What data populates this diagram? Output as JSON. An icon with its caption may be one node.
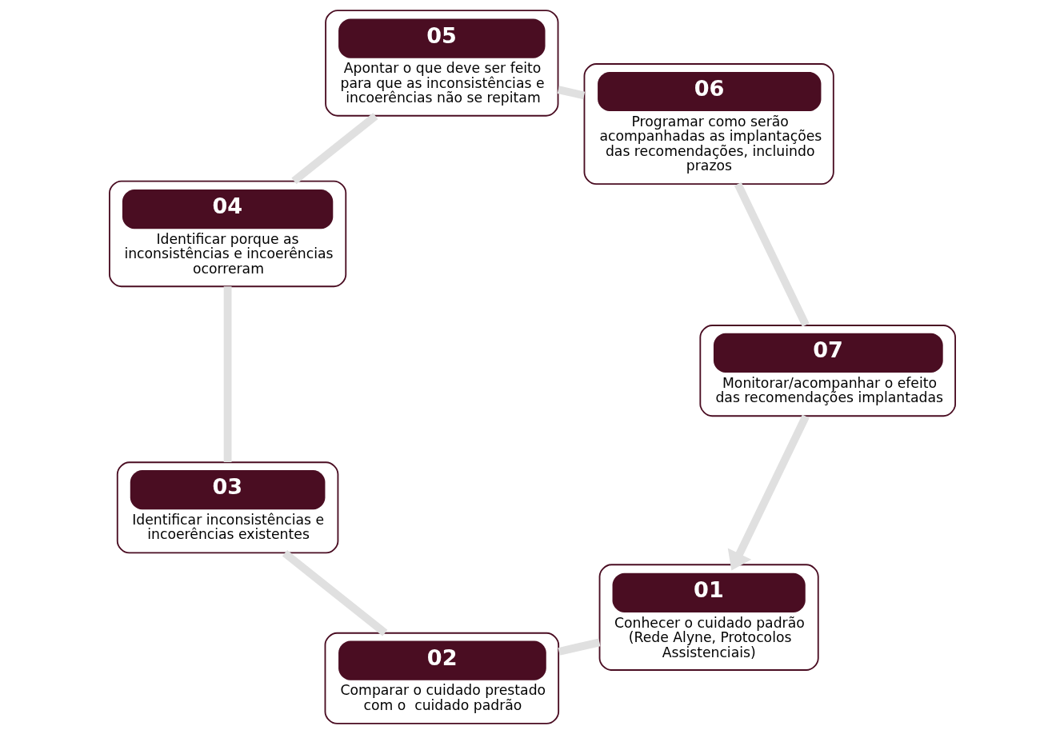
{
  "diagram": {
    "nodes": [
      {
        "text": [
          "01",
          "Conhecer o cuidado padrão (Rede Alyne, Protocolos Assistenciais)"
        ]
      },
      {
        "text": [
          "02",
          "Comparar o cuidado prestado com o  cuidado padrão"
        ]
      },
      {
        "text": [
          "03",
          "Identificar inconsistências e incoerências existentes"
        ]
      },
      {
        "text": [
          "04",
          "Identificar porque as inconsistências e incoerências ocorreram"
        ]
      },
      {
        "text": [
          "05",
          "Apontar o que deve ser feito para que as inconsistências e incoerências não se repitam"
        ]
      },
      {
        "text": [
          "06",
          "Programar como serão acompanhadas as implantações das recomendações, incluindo prazos"
        ]
      },
      {
        "text": [
          "07",
          "Monitorar/acompanhar o efeito das recomendações implantadas"
        ]
      }
    ],
    "edges": [
      {
        "from": 0,
        "to": 1,
        "arrow": "none"
      },
      {
        "from": 1,
        "to": 2,
        "arrow": "none"
      },
      {
        "from": 2,
        "to": 3,
        "arrow": "none"
      },
      {
        "from": 3,
        "to": 4,
        "arrow": "none"
      },
      {
        "from": 4,
        "to": 5,
        "arrow": "none"
      },
      {
        "from": 5,
        "to": 6,
        "arrow": "none"
      },
      {
        "from": 6,
        "to": 0,
        "arrow": "to"
      }
    ]
  }
}
